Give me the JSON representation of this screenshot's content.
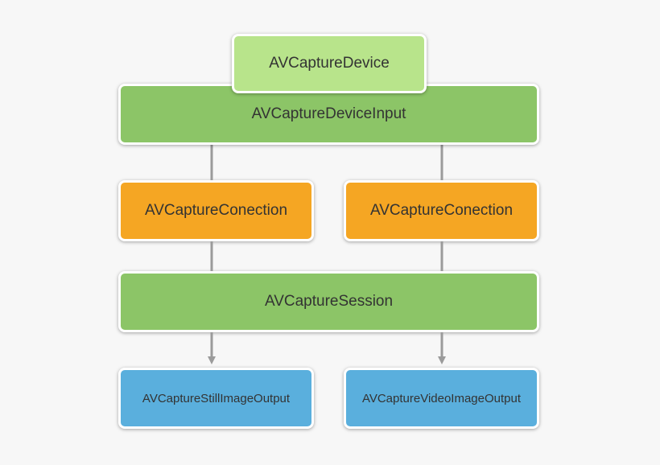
{
  "colors": {
    "device": "#b8e48b",
    "green": "#8cc567",
    "orange": "#f5a623",
    "blue": "#5aafdd",
    "edge": "#9b9b9b",
    "background": "#f7f7f7"
  },
  "nodes": {
    "device": "AVCaptureDevice",
    "device_input": "AVCaptureDeviceInput",
    "connection_left": "AVCaptureConection",
    "connection_right": "AVCaptureConection",
    "session": "AVCaptureSession",
    "output_left": "AVCaptureStillImageOutput",
    "output_right": "AVCaptureVideoImageOutput"
  }
}
